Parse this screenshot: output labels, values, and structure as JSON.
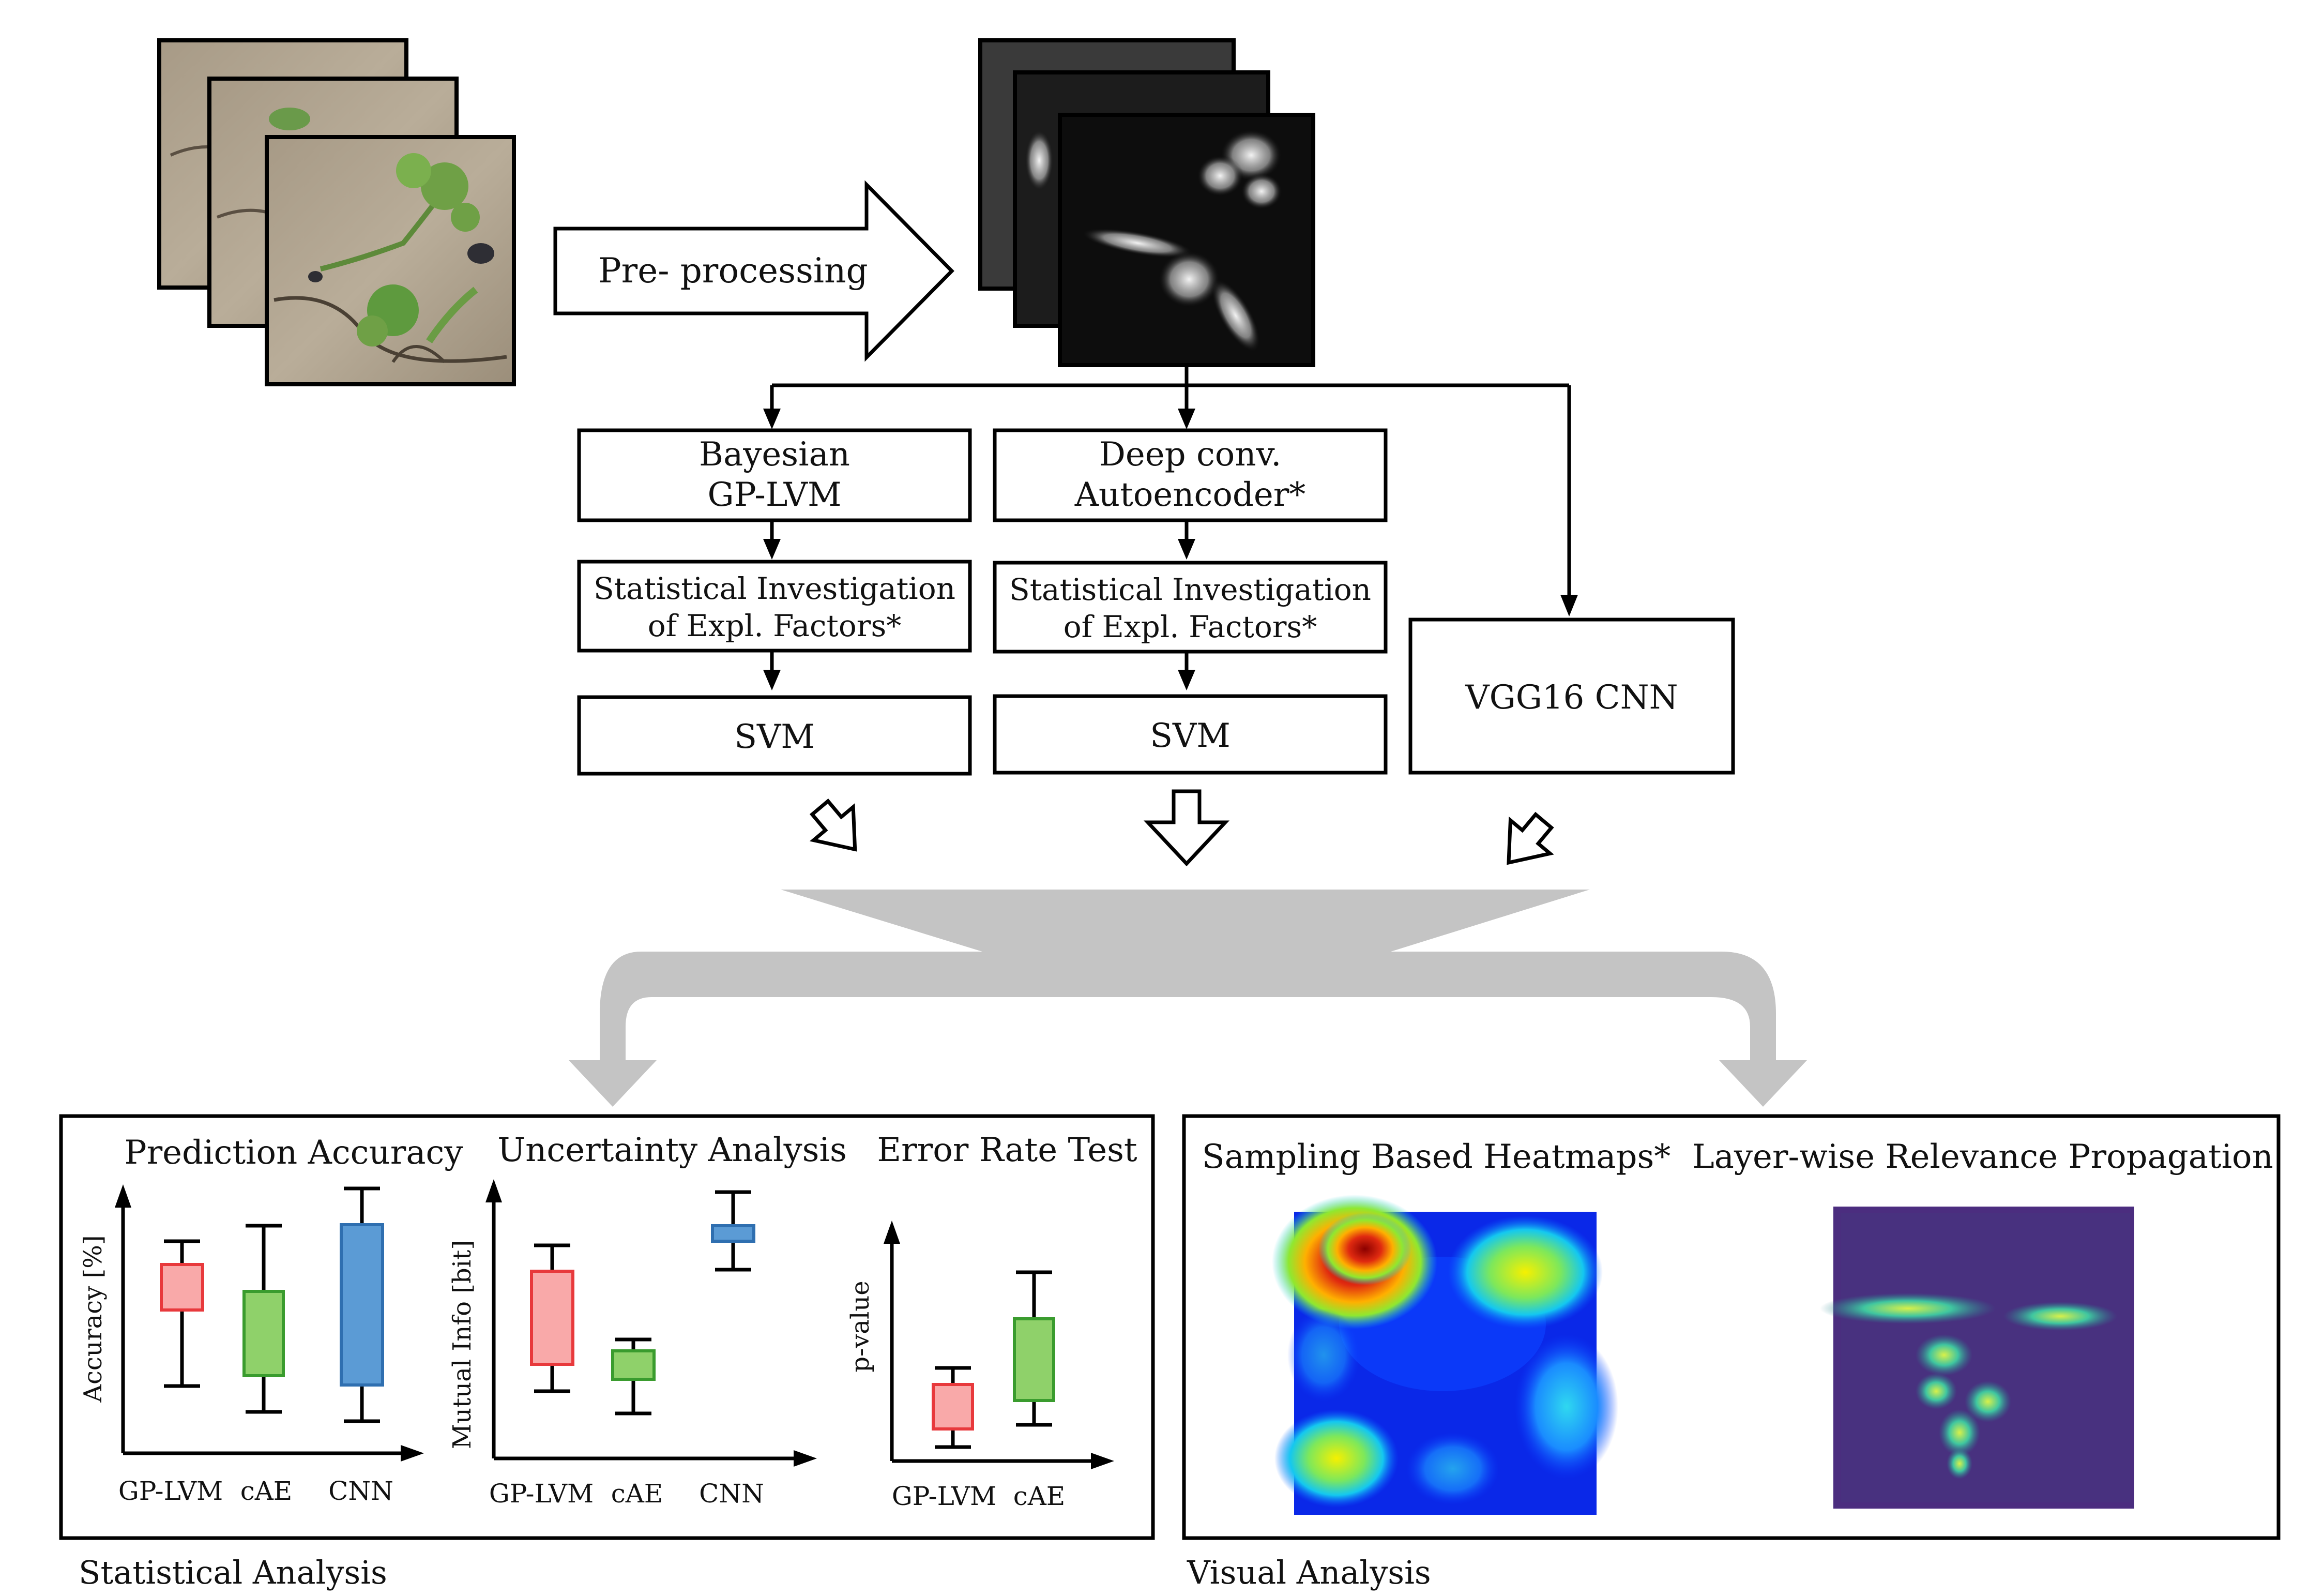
{
  "preprocessing": {
    "label": "Pre- processing"
  },
  "branches": {
    "gplvm": {
      "line1": "Bayesian",
      "line2": "GP-LVM"
    },
    "autoencoder": {
      "line1": "Deep conv.",
      "line2": "Autoencoder*"
    },
    "stat_left": {
      "line1": "Statistical Investigation",
      "line2": "of Expl. Factors*"
    },
    "stat_mid": {
      "line1": "Statistical Investigation",
      "line2": "of Expl. Factors*"
    },
    "svm_left": "SVM",
    "svm_mid": "SVM",
    "vgg": "VGG16 CNN"
  },
  "statistical_panel": {
    "caption": "Statistical Analysis",
    "charts": [
      {
        "title": "Prediction Accuracy",
        "ylabel": "Accuracy [%]",
        "categories": [
          "GP-LVM",
          "cAE",
          "CNN"
        ]
      },
      {
        "title": "Uncertainty Analysis",
        "ylabel": "Mutual Info [bit]",
        "categories": [
          "GP-LVM",
          "cAE",
          "CNN"
        ]
      },
      {
        "title": "Error Rate Test",
        "ylabel": "p-value",
        "categories": [
          "GP-LVM",
          "cAE"
        ]
      }
    ]
  },
  "visual_panel": {
    "caption": "Visual Analysis",
    "heatmap_title": "Sampling Based Heatmaps*",
    "lrp_title": "Layer-wise Relevance Propagation"
  },
  "colors": {
    "gplvm_fill": "#f9a9a9",
    "gplvm_stroke": "#e8393c",
    "cae_fill": "#8fd16a",
    "cae_stroke": "#3a9c2e",
    "cnn_fill": "#5b9bd5",
    "cnn_stroke": "#2f6fb0",
    "gray_arrow": "#c4c4c4"
  }
}
